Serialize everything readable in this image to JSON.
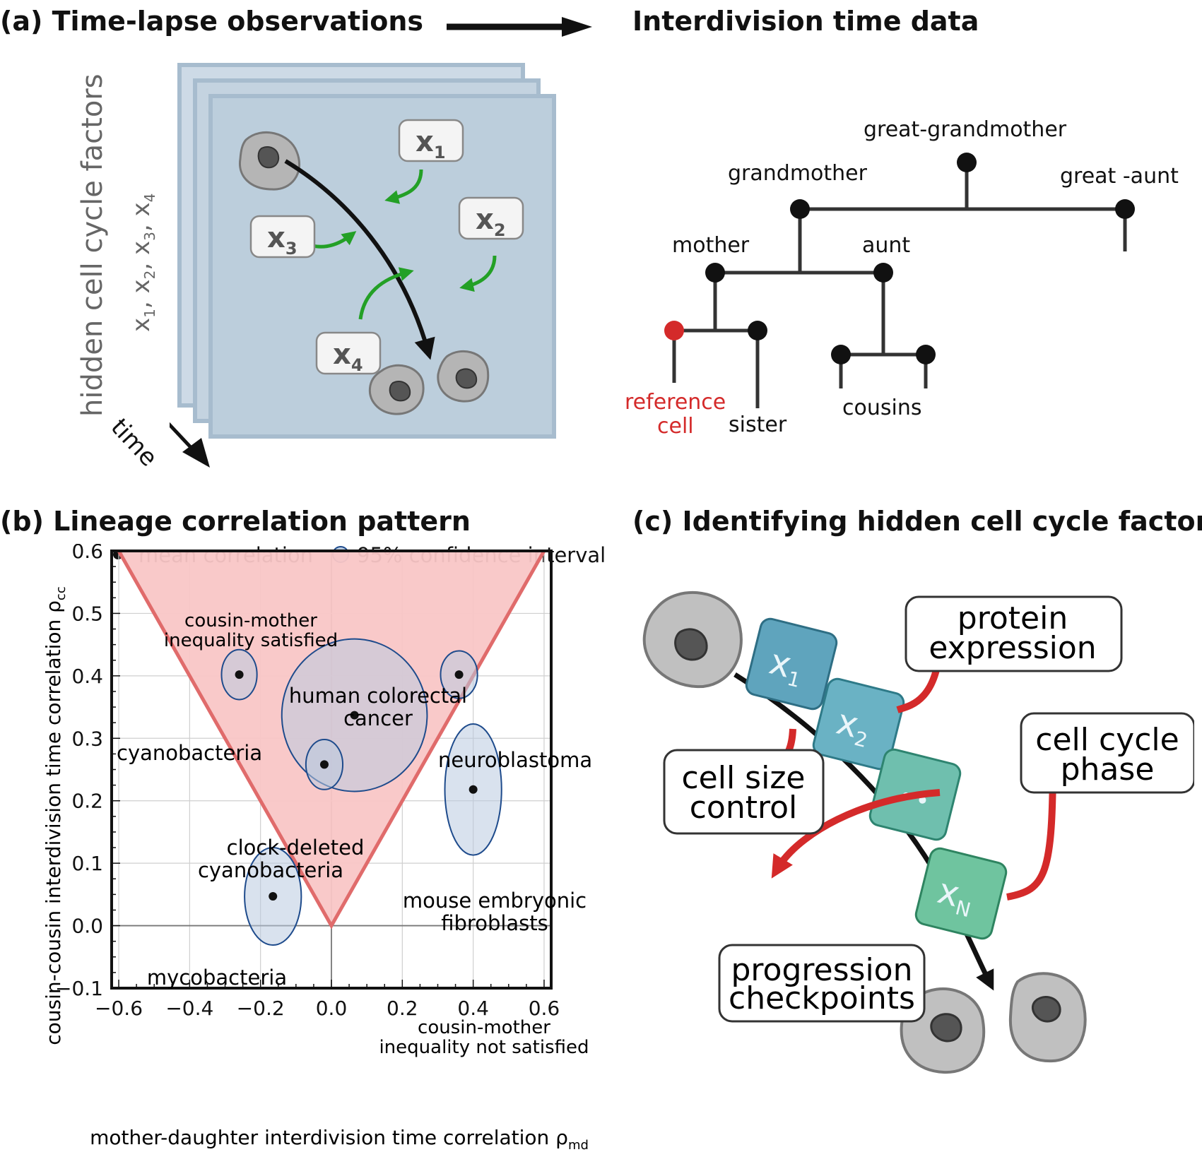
{
  "panel_a": {
    "letter": "(a)",
    "title": "Time-lapse observations",
    "right_title": "Interdivision time data",
    "factor_axis_label": "hidden cell cycle factors",
    "factor_list_label": "x1, x2, x3, x4",
    "time_label": "time",
    "factors": [
      "x1",
      "x2",
      "x3",
      "x4"
    ]
  },
  "tree": {
    "great_grandmother": "great-grandmother",
    "grandmother": "grandmother",
    "great_aunt": "great -aunt",
    "mother": "mother",
    "aunt": "aunt",
    "reference_line1": "reference",
    "reference_line2": "cell",
    "sister": "sister",
    "cousins": "cousins",
    "reference_color": "#d42a2a"
  },
  "panel_b": {
    "letter": "(b)",
    "title": "Lineage correlation pattern",
    "legend_mean": "mean correlation",
    "legend_ci": "95% confidence interval",
    "region_satisfied": [
      "cousin-mother",
      "inequality satisfied"
    ],
    "region_not_satisfied": [
      "cousin-mother",
      "inequality not satisfied"
    ]
  },
  "chart_data": {
    "type": "scatter",
    "xlabel": "mother-daughter interdivision time correlation ρmd",
    "ylabel": "cousin-cousin interdivision time correlation ρcc",
    "xlim": [
      -0.62,
      0.62
    ],
    "ylim": [
      -0.1,
      0.6
    ],
    "xticks": [
      -0.6,
      -0.4,
      -0.2,
      0.0,
      0.2,
      0.4,
      0.6
    ],
    "xtick_labels": [
      "−0.6",
      "−0.4",
      "−0.2",
      "0.0",
      "0.2",
      "0.4",
      "0.6"
    ],
    "yticks": [
      -0.1,
      0.0,
      0.1,
      0.2,
      0.3,
      0.4,
      0.5,
      0.6
    ],
    "ytick_labels": [
      "−0.1",
      "0.0",
      "0.1",
      "0.2",
      "0.3",
      "0.4",
      "0.5",
      "0.6"
    ],
    "grid": true,
    "region_fill": "#f9c6c6",
    "region_line": "#e06b6b",
    "ci_fill": "#b9cbe0",
    "ci_line": "#1e4b8c",
    "points": [
      {
        "name": "cyanobacteria",
        "x": -0.26,
        "y": 0.402,
        "rx": 0.05,
        "ry": 0.04
      },
      {
        "name": "human colorectal cancer",
        "x": 0.065,
        "y": 0.337,
        "rx": 0.205,
        "ry": 0.122
      },
      {
        "name": "neuroblastoma",
        "x": 0.36,
        "y": 0.402,
        "rx": 0.052,
        "ry": 0.038
      },
      {
        "name": "clock-deleted cyanobacteria",
        "x": -0.02,
        "y": 0.258,
        "rx": 0.052,
        "ry": 0.04
      },
      {
        "name": "mouse embryonic fibroblasts",
        "x": 0.4,
        "y": 0.218,
        "rx": 0.08,
        "ry": 0.105
      },
      {
        "name": "mycobacteria",
        "x": -0.165,
        "y": 0.047,
        "rx": 0.08,
        "ry": 0.078
      }
    ]
  },
  "point_labels": {
    "cyanobacteria": "cyanobacteria",
    "colorectal": [
      "human colorectal",
      "cancer"
    ],
    "neuroblastoma": "neuroblastoma",
    "clock_deleted": [
      "clock-deleted",
      "cyanobacteria"
    ],
    "mouse": [
      "mouse embryonic",
      "fibroblasts"
    ],
    "mycobacteria": "mycobacteria"
  },
  "panel_c": {
    "letter": "(c)",
    "title": "Identifying hidden cell cycle factors",
    "box_protein": [
      "protein",
      "expression"
    ],
    "box_size": [
      "cell size",
      "control"
    ],
    "box_phase": [
      "cell cycle",
      "phase"
    ],
    "box_checkpoints": [
      "progression",
      "checkpoints"
    ],
    "chain": [
      "x1",
      "x2",
      "..",
      "xN"
    ],
    "chain_colors": [
      "#5fa4bd",
      "#6ab2c4",
      "#6fbfae",
      "#6fc49f"
    ],
    "arrow_color": "#d42a2a"
  }
}
